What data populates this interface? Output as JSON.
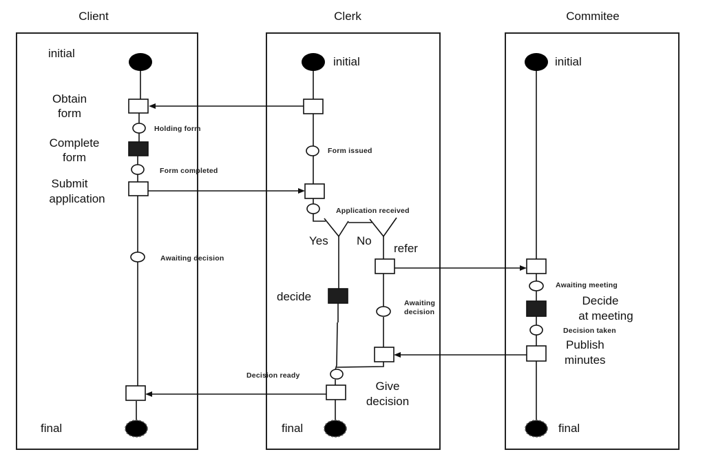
{
  "diagram": {
    "type": "UML activity diagram with swimlanes",
    "lanes": [
      {
        "id": "client",
        "title": "Client"
      },
      {
        "id": "clerk",
        "title": "Clerk"
      },
      {
        "id": "committee",
        "title": "Commitee"
      }
    ],
    "client": {
      "initial": "initial",
      "final": "final",
      "obtain_form": [
        "Obtain",
        "form"
      ],
      "holding_form": "Holding form",
      "complete_form": [
        "Complete",
        "form"
      ],
      "form_completed": "Form completed",
      "submit_application": [
        "Submit",
        "application"
      ],
      "awaiting_decision": "Awaiting decision"
    },
    "clerk": {
      "initial": "initial",
      "final": "final",
      "form_issued": "Form issued",
      "application_received": "Application received",
      "yes": "Yes",
      "no": "No",
      "refer": "refer",
      "decide": "decide",
      "awaiting_decision": [
        "Awaiting",
        "decision"
      ],
      "decision_ready": "Decision ready",
      "give_decision": [
        "Give",
        "decision"
      ]
    },
    "committee": {
      "initial": "initial",
      "final": "final",
      "awaiting_meeting": "Awaiting meeting",
      "decide_at_meeting": [
        "Decide",
        "at meeting"
      ],
      "decision_taken": "Decision taken",
      "publish_minutes": [
        "Publish",
        "minutes"
      ]
    },
    "colors": {
      "stroke": "#111111",
      "filled_activity": "#1e1e1e",
      "background": "#ffffff"
    }
  }
}
